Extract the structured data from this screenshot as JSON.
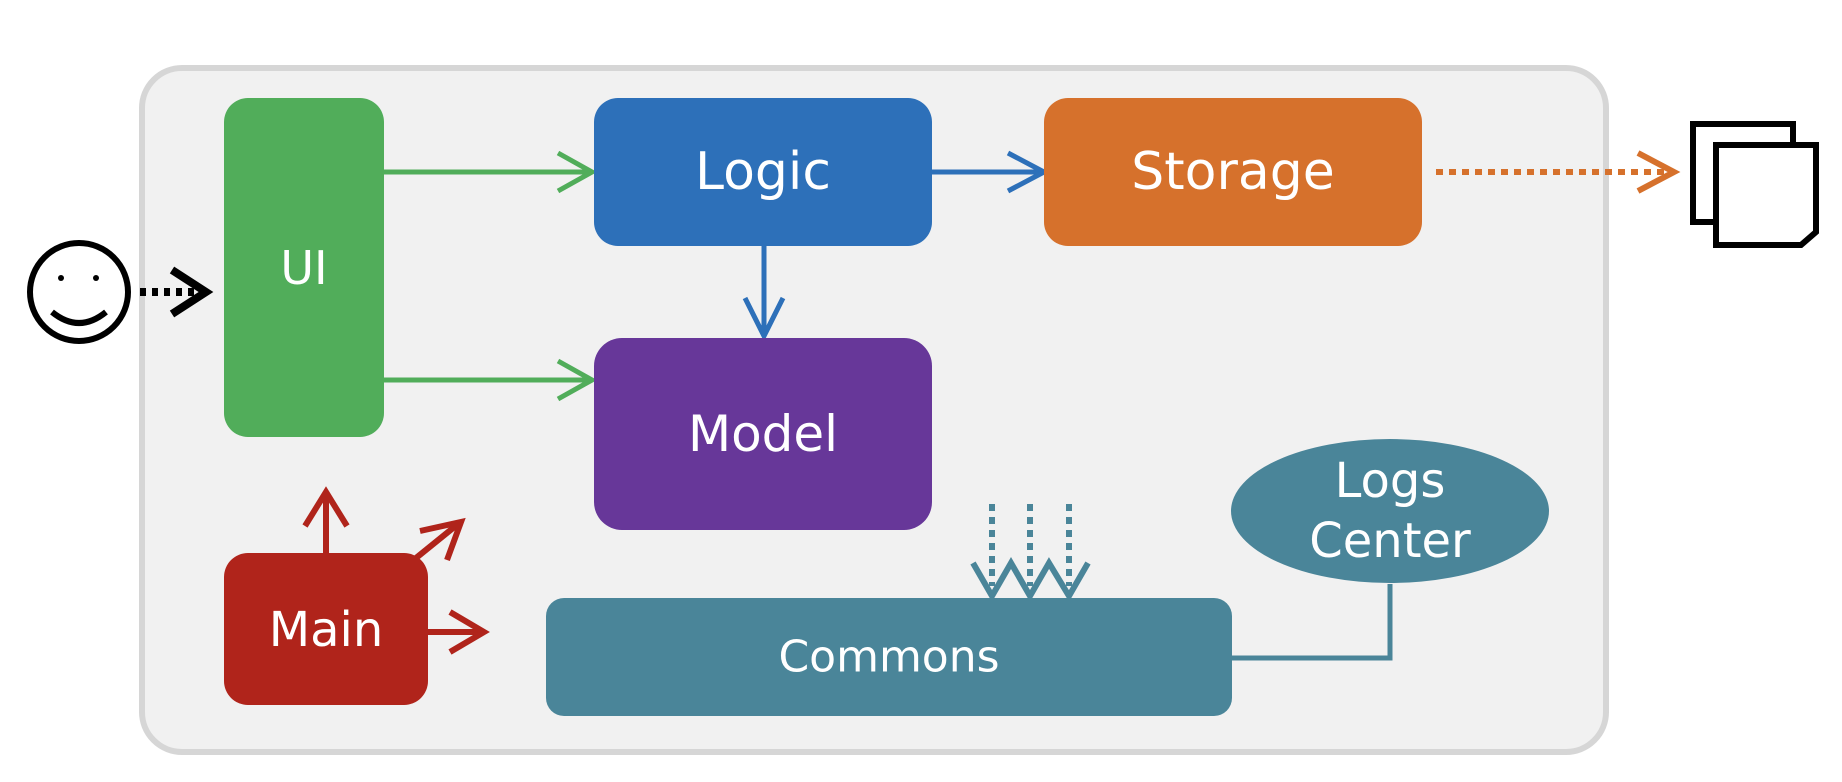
{
  "components": {
    "ui": {
      "label": "UI"
    },
    "logic": {
      "label": "Logic"
    },
    "storage": {
      "label": "Storage"
    },
    "model": {
      "label": "Model"
    },
    "main": {
      "label": "Main"
    },
    "commons": {
      "label": "Commons"
    },
    "logs_center": {
      "label_line1": "Logs",
      "label_line2": "Center"
    }
  },
  "colors": {
    "container_fill": "#f1f1f1",
    "container_border": "#d6d6d6",
    "ui": "#51ad5a",
    "logic": "#2d70b9",
    "storage": "#d6712c",
    "model": "#673799",
    "main": "#b0241b",
    "commons": "#4a8599",
    "logs_center": "#4a8599",
    "user": "#000000",
    "file": "#000000"
  },
  "icons": {
    "user": "smiley-icon",
    "file": "stacked-files-icon"
  }
}
